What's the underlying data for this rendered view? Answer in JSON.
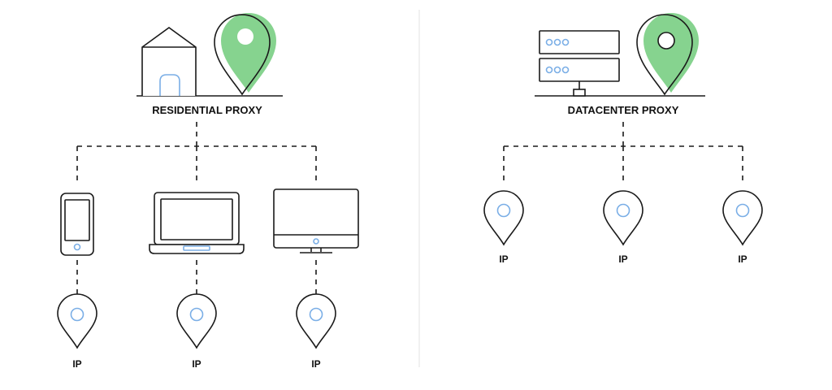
{
  "residential": {
    "title": "RESIDENTIAL PROXY",
    "ip_labels": [
      "IP",
      "IP",
      "IP"
    ],
    "devices": [
      "phone",
      "laptop",
      "monitor"
    ]
  },
  "datacenter": {
    "title": "DATACENTER PROXY",
    "ip_labels": [
      "IP",
      "IP",
      "IP"
    ]
  },
  "colors": {
    "accent_green": "#86d38f",
    "accent_blue": "#7aaee6",
    "line": "#1a1a1a",
    "divider": "#e3e3e3"
  }
}
